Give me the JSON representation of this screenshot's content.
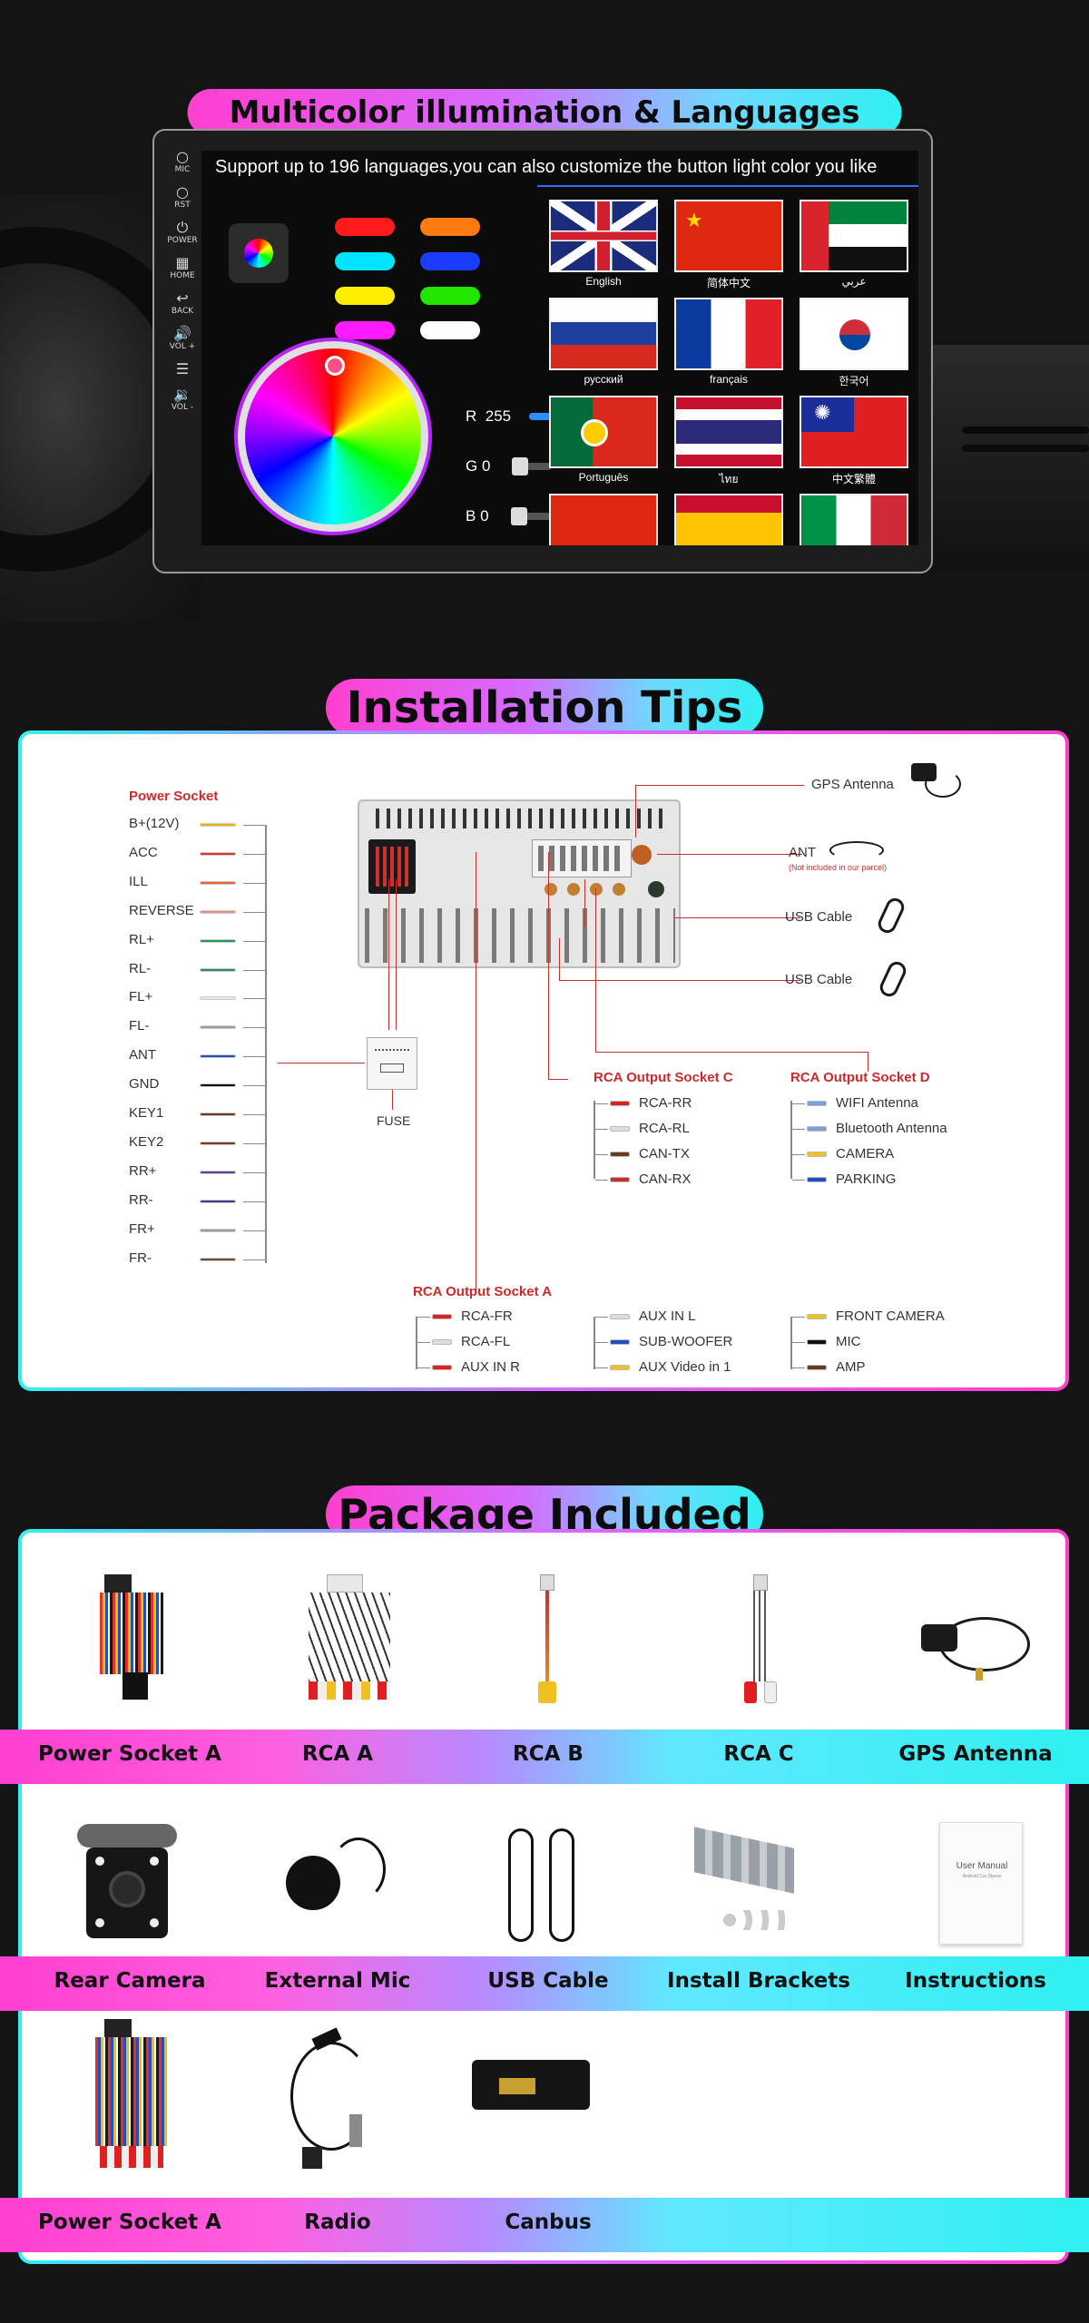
{
  "hero": {
    "title": "Multicolor illumination & Languages",
    "subtitle": "Support up to 196 languages,you can also customize the button light color you like",
    "side_buttons": [
      {
        "glyph": "○",
        "label": "MIC"
      },
      {
        "glyph": "○",
        "label": "RST"
      },
      {
        "glyph": "⏻",
        "label": "POWER"
      },
      {
        "glyph": "▦",
        "label": "HOME"
      },
      {
        "glyph": "↩",
        "label": "BACK"
      },
      {
        "glyph": "🔊",
        "label": "VOL +"
      },
      {
        "glyph": "☰",
        "label": ""
      },
      {
        "glyph": "🔉",
        "label": "VOL -"
      }
    ],
    "colors": [
      "#ff1b1b",
      "#ff7a10",
      "#00e5ff",
      "#1a3dff",
      "#ffee00",
      "#22e500",
      "#ff1bff",
      "#ffffff"
    ],
    "rgb": {
      "r": {
        "label": "R",
        "value": "255",
        "level": 1.0
      },
      "g": {
        "label": "G",
        "value": "0",
        "level": 0.0
      },
      "b": {
        "label": "B",
        "value": "0",
        "level": 0.0
      }
    },
    "languages": [
      "English",
      "简体中文",
      "عربي",
      "русский",
      "français",
      "한국어",
      "Português",
      "ไทย",
      "中文繁體",
      "",
      "",
      ""
    ]
  },
  "install": {
    "title": "Installation Tips",
    "power_socket": {
      "title": "Power Socket",
      "pins": [
        {
          "label": "B+(12V)",
          "color": "#f0b400"
        },
        {
          "label": "ACC",
          "color": "#e03030"
        },
        {
          "label": "ILL",
          "color": "#e8622c"
        },
        {
          "label": "REVERSE",
          "color": "#f08a80"
        },
        {
          "label": "RL+",
          "color": "#1f9a5a"
        },
        {
          "label": "RL-",
          "color": "#2a8a60"
        },
        {
          "label": "FL+",
          "color": "#e8e8e8"
        },
        {
          "label": "FL-",
          "color": "#9a9a9a"
        },
        {
          "label": "ANT",
          "color": "#2050c0"
        },
        {
          "label": "GND",
          "color": "#111111"
        },
        {
          "label": "KEY1",
          "color": "#6a3a20"
        },
        {
          "label": "KEY2",
          "color": "#7a3a24"
        },
        {
          "label": "RR+",
          "color": "#6040a0"
        },
        {
          "label": "RR-",
          "color": "#4a3a8a"
        },
        {
          "label": "FR+",
          "color": "#9a9a9a"
        },
        {
          "label": "FR-",
          "color": "#6a4a3a"
        }
      ]
    },
    "fuse": "FUSE",
    "gps": "GPS Antenna",
    "ant": "ANT",
    "ant_note": "(Not included in our parcel)",
    "usb1": "USB Cable",
    "usb2": "USB Cable",
    "rca_c": {
      "title": "RCA Output Socket C",
      "items": [
        {
          "label": "RCA-RR",
          "color": "#e02020"
        },
        {
          "label": "RCA-RL",
          "color": "#dddddd"
        },
        {
          "label": "CAN-TX",
          "color": "#6a3a20"
        },
        {
          "label": "CAN-RX",
          "color": "#c83030"
        }
      ]
    },
    "rca_d": {
      "title": "RCA Output Socket D",
      "items": [
        {
          "label": "WIFI Antenna",
          "color": "#7aa0e0"
        },
        {
          "label": "Bluetooth Antenna",
          "color": "#7aa0e0"
        },
        {
          "label": "CAMERA",
          "color": "#f0c020"
        },
        {
          "label": "PARKING",
          "color": "#2050c0"
        }
      ]
    },
    "rca_a": {
      "title": "RCA Output Socket A",
      "col1": [
        {
          "label": "RCA-FR",
          "color": "#e02020"
        },
        {
          "label": "RCA-FL",
          "color": "#dddddd"
        },
        {
          "label": "AUX IN R",
          "color": "#e02020"
        }
      ],
      "col2": [
        {
          "label": "AUX IN L",
          "color": "#dddddd"
        },
        {
          "label": "SUB-WOOFER",
          "color": "#2050c0"
        },
        {
          "label": "AUX Video in 1",
          "color": "#f0c020"
        }
      ],
      "col3": [
        {
          "label": "FRONT CAMERA",
          "color": "#f0c020"
        },
        {
          "label": "MIC",
          "color": "#111111"
        },
        {
          "label": "AMP",
          "color": "#6a3a20"
        }
      ]
    }
  },
  "package": {
    "title": "Package Included",
    "row1": [
      "Power Socket A",
      "RCA  A",
      "RCA  B",
      "RCA  C",
      "GPS Antenna"
    ],
    "row2": [
      "Rear Camera",
      "External Mic",
      "USB Cable",
      "Install Brackets",
      "Instructions"
    ],
    "row3": [
      "Power Socket A",
      "Radio",
      "Canbus"
    ],
    "manual_title": "User Manual",
    "manual_sub": "Android Car Stereo"
  }
}
